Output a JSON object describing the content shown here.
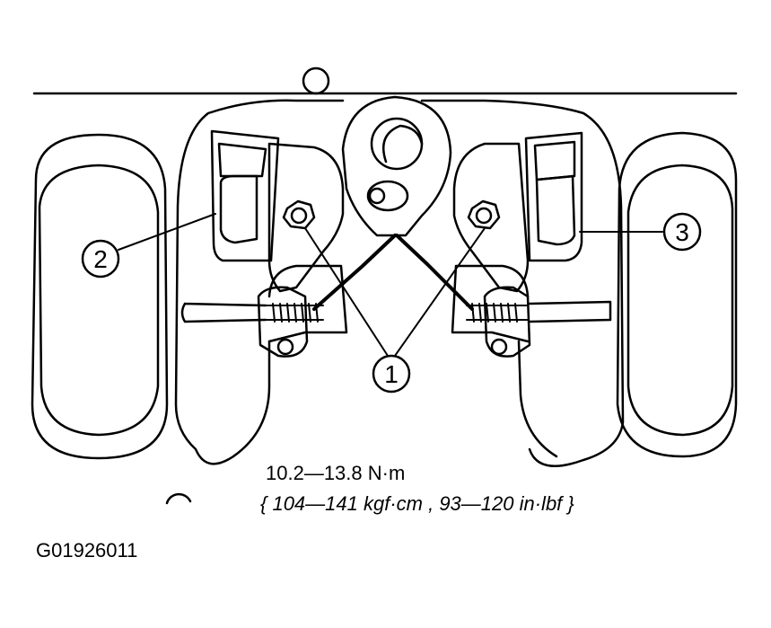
{
  "callouts": {
    "c1": "1",
    "c2": "2",
    "c3": "3"
  },
  "torque": {
    "metric": "10.2—13.8 N·m",
    "alternate": "{ 104—141 kgf·cm , 93—120 in·lbf }"
  },
  "figure_id": "G01926011",
  "colors": {
    "ink": "#000000",
    "paper": "#ffffff"
  }
}
